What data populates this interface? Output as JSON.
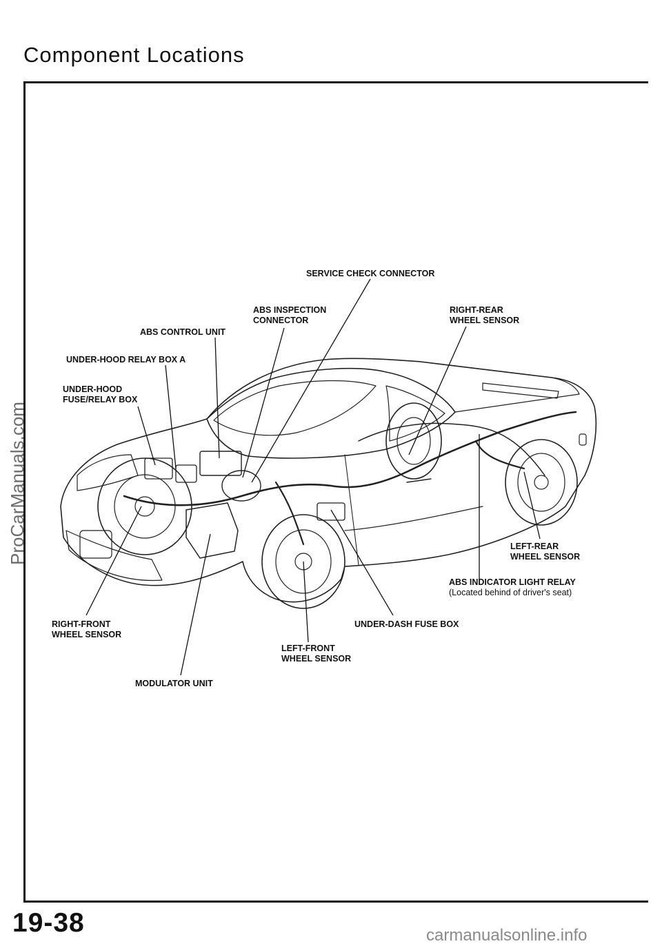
{
  "page": {
    "title": "Component Locations",
    "page_number": "19-38",
    "watermark_side": "ProCarManuals.com",
    "watermark_bottom": "carmanualsonline.info"
  },
  "labels": {
    "service_check_connector": "SERVICE CHECK CONNECTOR",
    "abs_inspection_connector": [
      "ABS INSPECTION",
      "CONNECTOR"
    ],
    "right_rear_wheel_sensor": [
      "RIGHT-REAR",
      "WHEEL SENSOR"
    ],
    "abs_control_unit": "ABS CONTROL UNIT",
    "under_hood_relay_box_a": "UNDER-HOOD RELAY BOX A",
    "under_hood_fuse_relay_box": [
      "UNDER-HOOD",
      "FUSE/RELAY BOX"
    ],
    "left_rear_wheel_sensor": [
      "LEFT-REAR",
      "WHEEL SENSOR"
    ],
    "abs_indicator_light_relay": "ABS INDICATOR LIGHT RELAY",
    "abs_indicator_light_relay_note": "(Located behind of driver's seat)",
    "right_front_wheel_sensor": [
      "RIGHT-FRONT",
      "WHEEL SENSOR"
    ],
    "under_dash_fuse_box": "UNDER-DASH FUSE BOX",
    "left_front_wheel_sensor": [
      "LEFT-FRONT",
      "WHEEL SENSOR"
    ],
    "modulator_unit": "MODULATOR UNIT"
  }
}
